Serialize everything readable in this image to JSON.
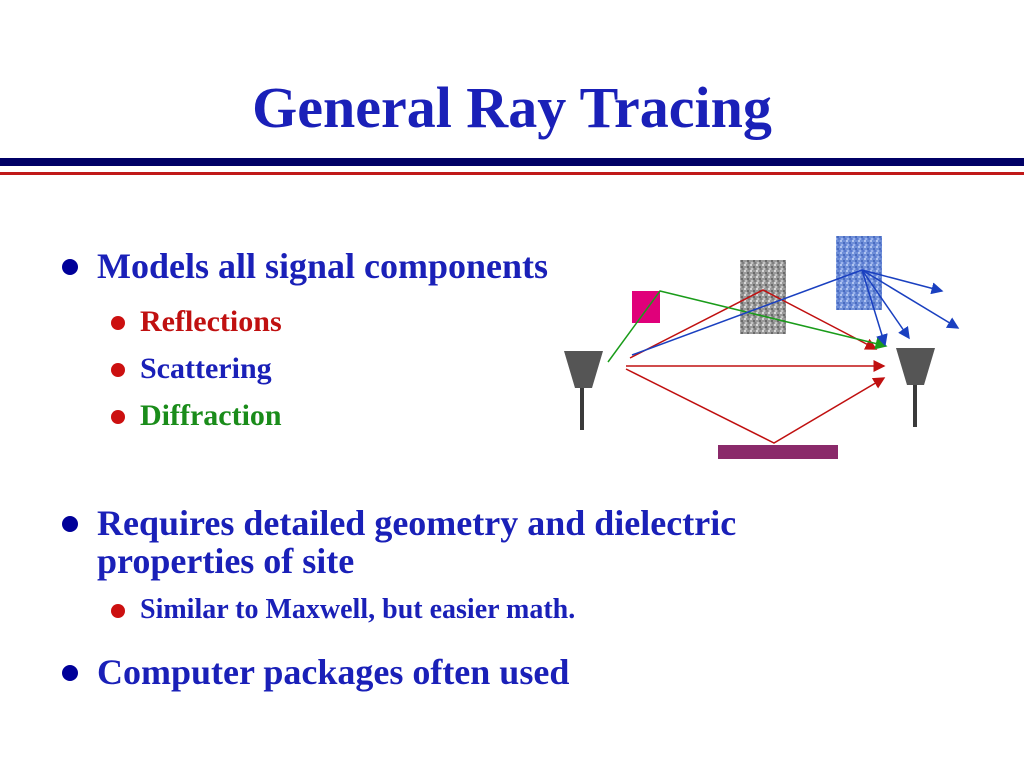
{
  "slide": {
    "title": "General Ray Tracing",
    "bullets": [
      {
        "text": "Models all signal components",
        "sub": [
          {
            "text": "Reflections",
            "color": "#c01010"
          },
          {
            "text": "Scattering",
            "color": "#1a20b8"
          },
          {
            "text": "Diffraction",
            "color": "#1a8c1a"
          }
        ]
      },
      {
        "text_line1": "Requires detailed geometry and dielectric",
        "text_line2": "properties of site",
        "sub": [
          {
            "text": "Similar to Maxwell, but easier math."
          }
        ]
      },
      {
        "text": "Computer packages often used"
      }
    ]
  },
  "colors": {
    "title": "#1a20b8",
    "rule_navy": "#000066",
    "rule_red": "#c01818",
    "reflection_ray": "#c01010",
    "scatter_ray": "#1a40c0",
    "diffraction_ray": "#1a9c1a",
    "diffraction_edge": "#e0007a",
    "ground_reflector": "#8a2a6a"
  }
}
